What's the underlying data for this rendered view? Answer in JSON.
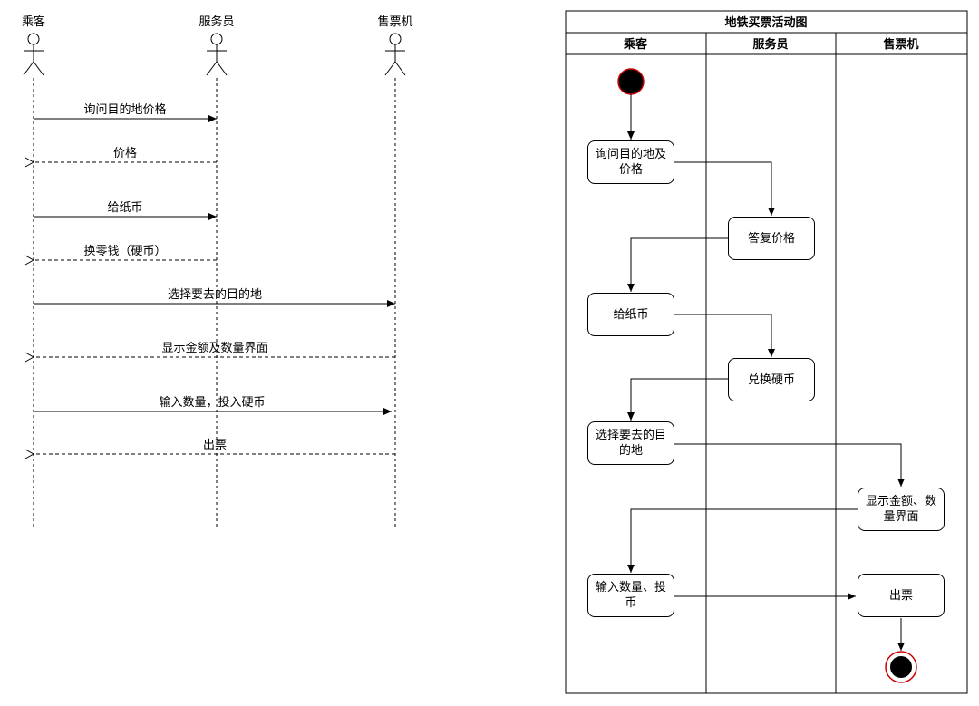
{
  "sequence": {
    "actors": {
      "passenger": "乘客",
      "attendant": "服务员",
      "machine": "售票机"
    },
    "messages": [
      "询问目的地价格",
      "价格",
      "给纸币",
      "换零钱（硬币）",
      "选择要去的目的地",
      "显示金额及数量界面",
      "输入数量，投入硬币",
      "出票"
    ]
  },
  "activity": {
    "title": "地铁买票活动图",
    "lanes": [
      "乘客",
      "服务员",
      "售票机"
    ],
    "nodes": {
      "ask": "询问目的地及价格",
      "reply": "答复价格",
      "give": "给纸币",
      "exchange": "兑换硬币",
      "select": "选择要去的目的地",
      "show": "显示金额、数量界面",
      "input": "输入数量、投币",
      "ticket": "出票"
    },
    "colors": {
      "start_border": "#cc0000",
      "fill": "#000000"
    }
  }
}
